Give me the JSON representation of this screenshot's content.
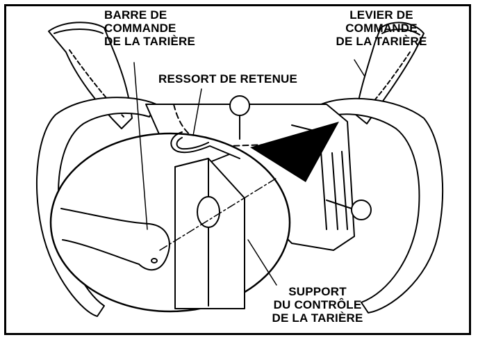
{
  "labels": {
    "auger_bar": [
      "BARRE DE",
      "COMMANDE",
      "DE LA TARIÈRE"
    ],
    "auger_lever": [
      "LEVIER DE",
      "COMMANDE",
      "DE LA TARIÈRE"
    ],
    "retaining_spring": "RESSORT DE RETENUE",
    "auger_support": [
      "SUPPORT",
      "DU CONTRÔLE",
      "DE LA TARIÈRE"
    ]
  }
}
